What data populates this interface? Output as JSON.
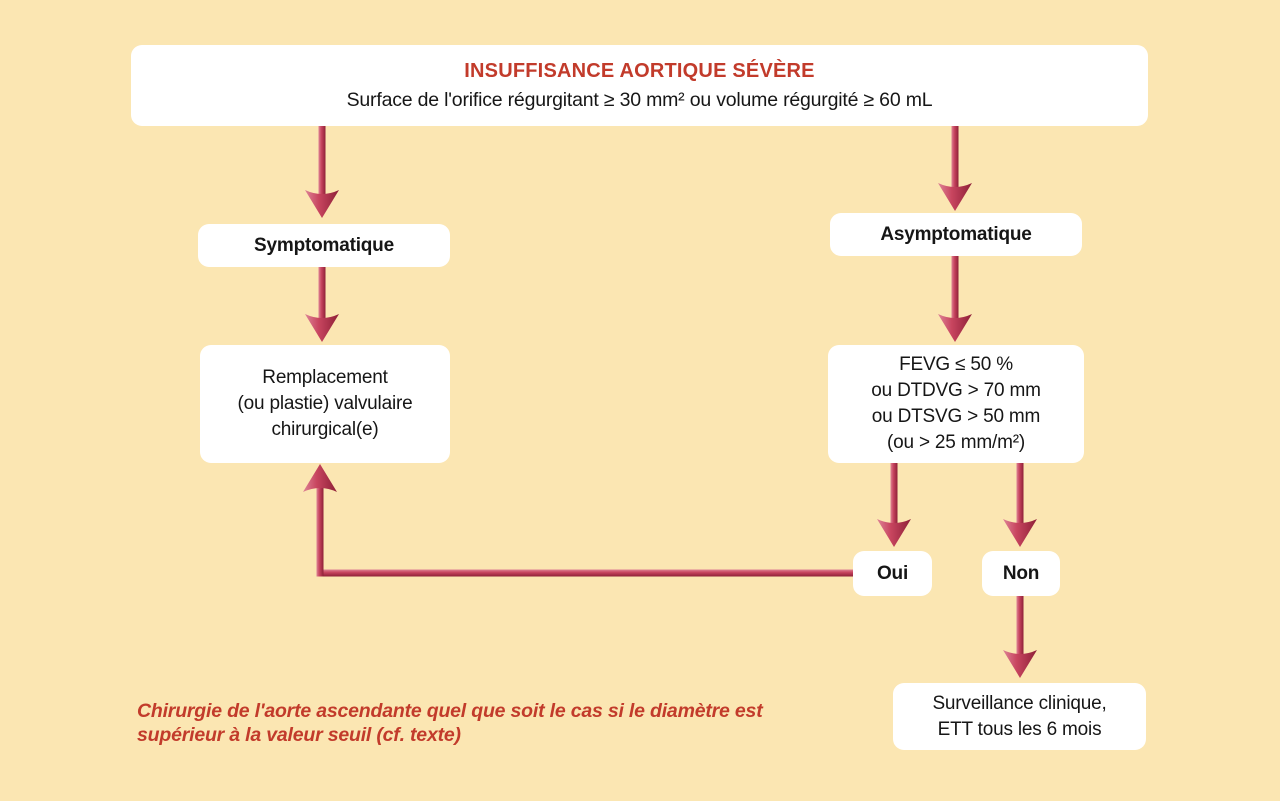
{
  "theme": {
    "background": "#fbe6b2",
    "box_bg": "#ffffff",
    "accent_red": "#c23b2b",
    "text_color": "#161616",
    "arrow_light": "#de8496",
    "arrow_mid": "#c8455f",
    "arrow_dark": "#8e2038"
  },
  "flowchart": {
    "root": {
      "title": "INSUFFISANCE AORTIQUE SÉVÈRE",
      "subtitle": "Surface de l'orifice régurgitant ≥ 30 mm² ou volume régurgité ≥ 60 mL"
    },
    "left": {
      "condition": "Symptomatique",
      "action": [
        "Remplacement",
        "(ou plastie) valvulaire",
        "chirurgical(e)"
      ]
    },
    "right": {
      "condition": "Asymptomatique",
      "criteria": [
        "FEVG ≤ 50 %",
        "ou DTDVG > 70 mm",
        "ou DTSVG > 50 mm",
        "(ou > 25 mm/m²)"
      ],
      "yes_label": "Oui",
      "no_label": "Non",
      "surveillance": [
        "Surveillance clinique,",
        "ETT tous les 6 mois"
      ]
    },
    "footnote": [
      "Chirurgie de l'aorte ascendante quel que soit le cas si le diamètre est",
      "supérieur à la valeur seuil (cf. texte)"
    ]
  }
}
